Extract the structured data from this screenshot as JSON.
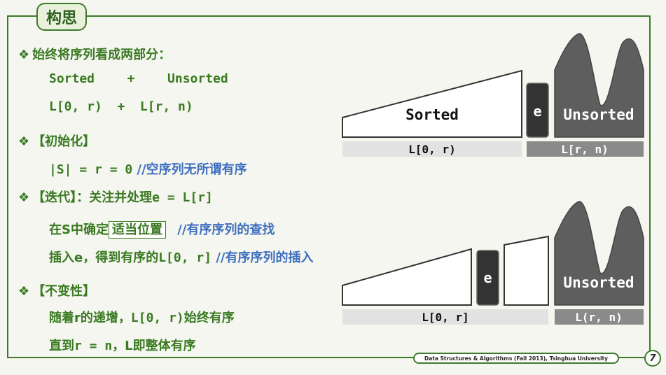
{
  "title": "构思",
  "bullet_glyph": "❖",
  "lines": {
    "l1": "始终将序列看成两部分：",
    "l2_a": "Sorted",
    "l2_op": "+",
    "l2_b": "Unsorted",
    "l3_a": "L[0, r)",
    "l3_op": "+",
    "l3_b": "L[r, n)",
    "l4": "【初始化】",
    "l5_code": "|S| = r = 0",
    "l5_comment": "//空序列无所谓有序",
    "l6_a": "【迭代】：关注并处理",
    "l6_b": "e = L[r]",
    "l7_a": "在S中确定",
    "l7_box": "适当位置",
    "l7_comment": "//有序序列的查找",
    "l8_a": "插入e，得到有序的",
    "l8_b": "L[0, r]",
    "l8_comment": "//有序序列的插入",
    "l9": "【不变性】",
    "l10_a": "随着r的递增，",
    "l10_b": "L[0, r)",
    "l10_c": "始终有序",
    "l11_a": "直到",
    "l11_b": "r = n",
    "l11_c": "，L即整体有序"
  },
  "diagram_top": {
    "sorted_label": "Sorted",
    "e_label": "e",
    "unsorted_label": "Unsorted",
    "bar_left": "L[0, r)",
    "bar_right": "L[r, n)"
  },
  "diagram_bottom": {
    "e_label": "e",
    "unsorted_label": "Unsorted",
    "bar_left": "L[0, r]",
    "bar_right": "L(r, n)"
  },
  "footer": "Data Structures & Algorithms (Fall 2013), Tsinghua University",
  "page_number": "7",
  "colors": {
    "green": "#3a7a22",
    "blue": "#3f6fc0",
    "dark": "#555555",
    "darkest": "#2e2e2e"
  }
}
